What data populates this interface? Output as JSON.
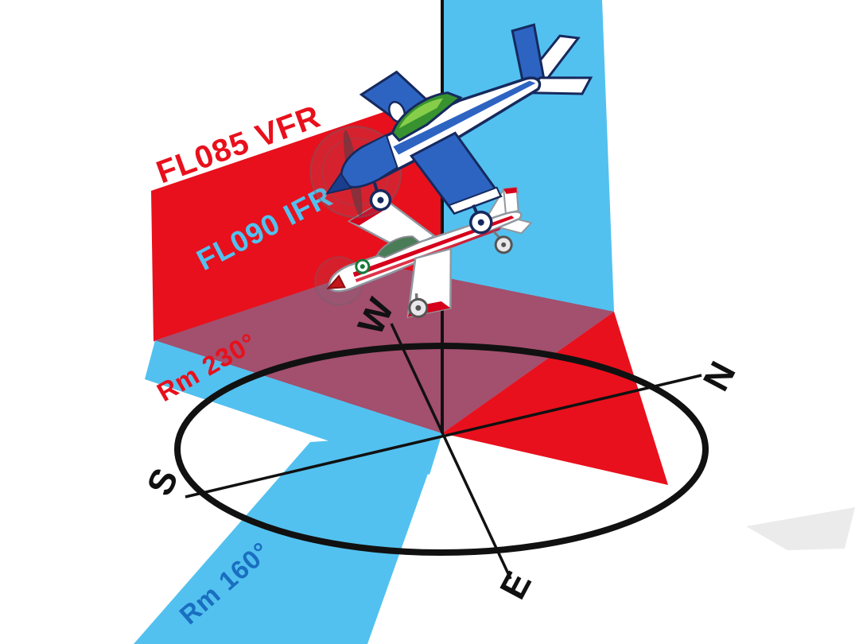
{
  "diagram": {
    "name": "semicircular-rule-flight-levels",
    "labels": {
      "fl085_vfr": "FL085 VFR",
      "fl090_ifr": "FL090 IFR",
      "rm_230": "Rm 230°",
      "rm_160": "Rm 160°"
    },
    "compass": {
      "north": "N",
      "east": "E",
      "south": "S",
      "west": "W"
    },
    "colors": {
      "route_230_plane_red": "#e8101c",
      "route_160_plane_blue": "#52c1ef",
      "overlap_purple": "#a34f6e",
      "rm_160_text_blue": "#1a6ec0",
      "line_black": "#111111"
    },
    "aircraft": [
      {
        "id": "vfr-blue-aircraft",
        "description": "blue-white-propeller-aircraft-icon"
      },
      {
        "id": "ifr-white-red-aircraft",
        "description": "white-red-propeller-aircraft-icon"
      }
    ]
  }
}
